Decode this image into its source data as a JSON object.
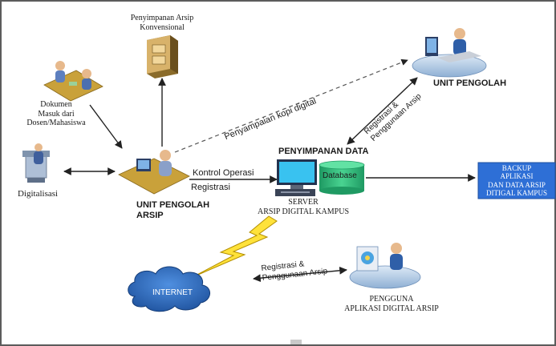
{
  "labels": {
    "storage_conventional_l1": "Penyimpanan Arsip",
    "storage_conventional_l2": "Konvensional",
    "docs_l1": "Dokumen",
    "docs_l2": "Masuk dari",
    "docs_l3": "Dosen/Mahasiswa",
    "digitalisasi": "Digitalisasi",
    "unit_arsip_l1": "UNIT PENGOLAH",
    "unit_arsip_l2": "ARSIP",
    "unit_pengolah": "UNIT PENGOLAH",
    "penyampaian": "Penyampaian kopi digital",
    "reg_upper_l1": "Registrasi &",
    "reg_upper_l2": "Penggunaan Arsip",
    "penyimpanan_data": "PENYIMPANAN DATA",
    "database": "Database",
    "kontrol": "Kontrol Operasi",
    "registrasi": "Registrasi",
    "server_l1": "SERVER",
    "server_l2": "ARSIP DIGITAL KAMPUS",
    "backup_l1": "BACKUP",
    "backup_l2": "APLIKASI",
    "backup_l3": "DAN DATA ARSIP",
    "backup_l4": "DITIGAL KAMPUS",
    "internet": "INTERNET",
    "reg_lower_l1": "Registrasi &",
    "reg_lower_l2": "Penggunaan Arsip",
    "pengguna_l1": "PENGGUNA",
    "pengguna_l2": "APLIKASI DIGITAL ARSIP"
  },
  "icons": {
    "person_workstation": "person-at-computer-icon",
    "cabinet": "filing-cabinet-icon",
    "meeting": "two-people-desk-icon",
    "scanner": "scanner-operator-icon",
    "server": "server-computer-icon",
    "database": "database-cylinder-icon",
    "cloud": "internet-cloud-icon",
    "lightning": "lightning-bolt-icon"
  },
  "colors": {
    "frame": "#5b5b5b",
    "arrow": "#222222",
    "dashed": "#555555",
    "backup_fill": "#2e6fd6",
    "database_fill": "#2fb87a",
    "cloud_fill": "#2a6cc0",
    "bolt": "#ffe23a",
    "desk": "#c9a13a",
    "platform": "#b9cfe6"
  }
}
